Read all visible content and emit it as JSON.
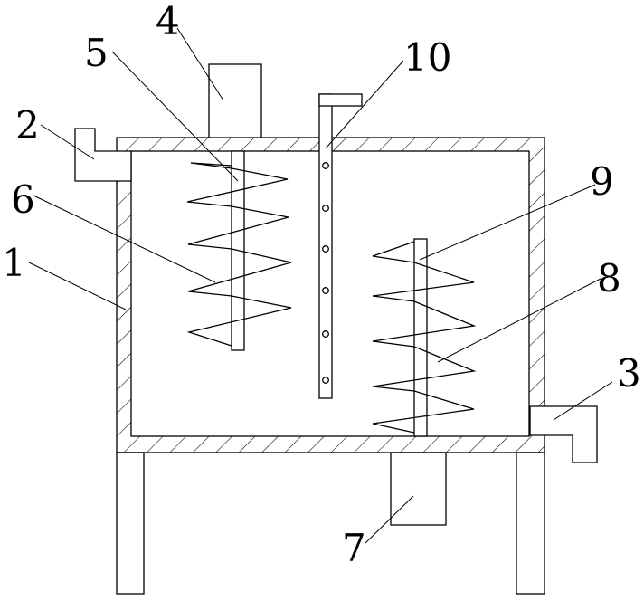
{
  "figure": {
    "labels": [
      {
        "id": "1",
        "text": "1"
      },
      {
        "id": "2",
        "text": "2"
      },
      {
        "id": "3",
        "text": "3"
      },
      {
        "id": "4",
        "text": "4"
      },
      {
        "id": "5",
        "text": "5"
      },
      {
        "id": "6",
        "text": "6"
      },
      {
        "id": "7",
        "text": "7"
      },
      {
        "id": "8",
        "text": "8"
      },
      {
        "id": "9",
        "text": "9"
      },
      {
        "id": "10",
        "text": "10"
      }
    ]
  }
}
